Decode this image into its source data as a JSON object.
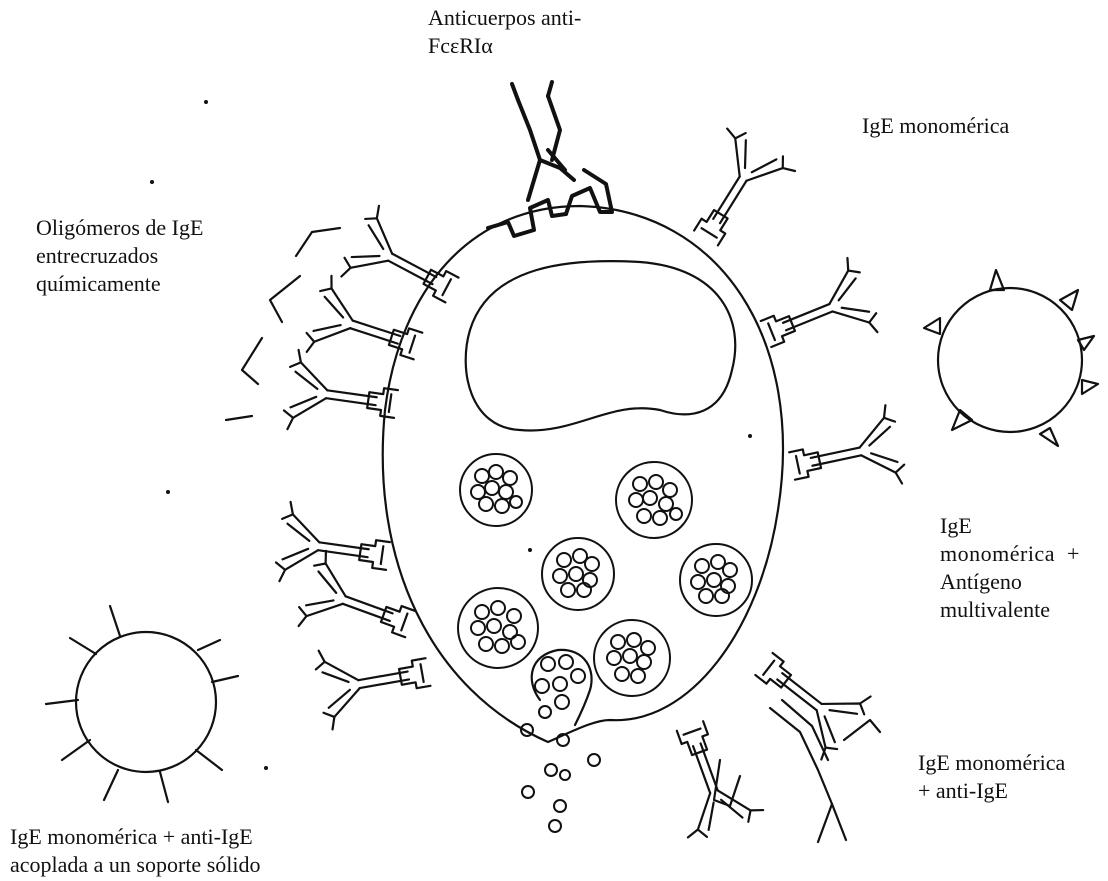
{
  "labels": {
    "anti_fceri": [
      "Anticuerpos anti-",
      "FcεRIα"
    ],
    "ige_monomeric": [
      "IgE monomérica"
    ],
    "oligomers": [
      "Oligómeros de IgE",
      "entrecruzados",
      "químicamente"
    ],
    "ige_antigen": [
      "IgE",
      "monomérica  +",
      "Antígeno",
      "multivalente"
    ],
    "ige_anti_ige": [
      "IgE monomérica",
      "+ anti-IgE"
    ],
    "ige_solid_support": [
      "IgE monomérica + anti-IgE",
      "acoplada a un soporte sólido"
    ]
  },
  "colors": {
    "ink": "#111111",
    "background": "#ffffff"
  }
}
